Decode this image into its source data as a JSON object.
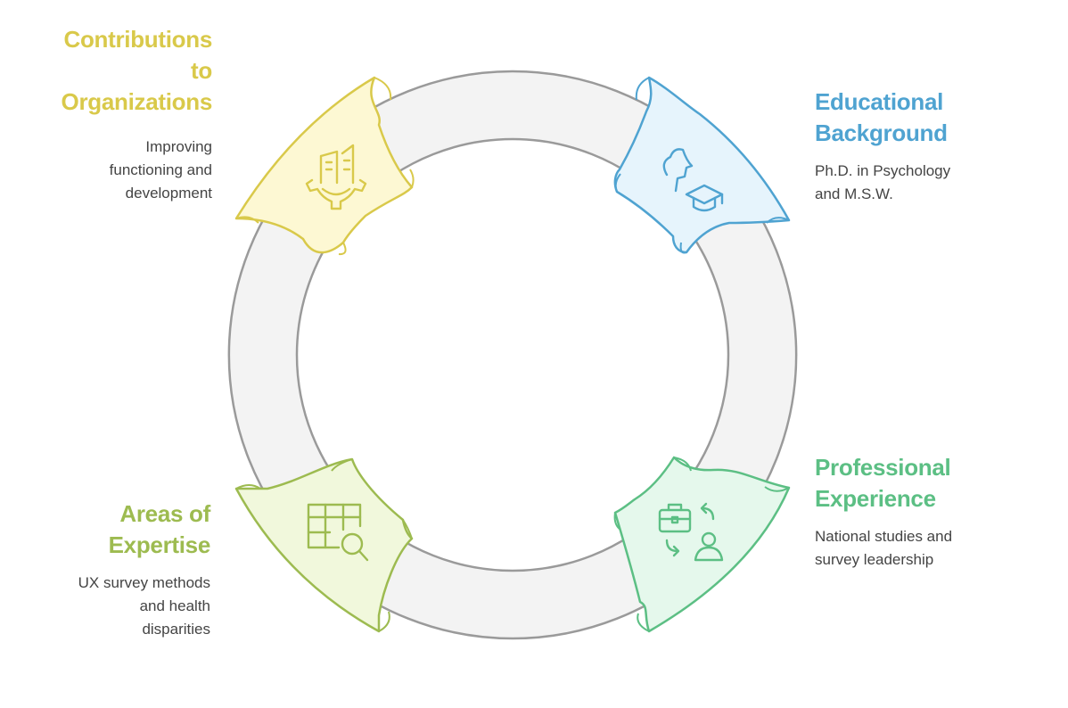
{
  "colors": {
    "ring_fill": "#f3f3f3",
    "ring_stroke": "#9a9a9a",
    "contrib": "#d9c94a",
    "contrib_fill": "#fdf8d3",
    "edu": "#4fa3d1",
    "edu_fill": "#e6f4fc",
    "pro": "#5cbf84",
    "pro_fill": "#e5f8ec",
    "areas": "#9dbb50",
    "areas_fill": "#f1f8dc"
  },
  "segments": {
    "contrib": {
      "title": "Contributions to Organizations",
      "title_lines": [
        "Contributions",
        "to",
        "Organizations"
      ],
      "desc_lines": [
        "Improving",
        "functioning and",
        "development"
      ],
      "icon": "building-gear-icon"
    },
    "edu": {
      "title": "Educational Background",
      "title_lines": [
        "Educational",
        "Background"
      ],
      "desc_lines": [
        "Ph.D. in Psychology",
        "and M.S.W."
      ],
      "icon": "head-graduation-cap-icon"
    },
    "pro": {
      "title": "Professional Experience",
      "title_lines": [
        "Professional",
        "Experience"
      ],
      "desc_lines": [
        "National studies and",
        "survey leadership"
      ],
      "icon": "briefcase-person-icon"
    },
    "areas": {
      "title": "Areas of Expertise",
      "title_lines": [
        "Areas of",
        "Expertise"
      ],
      "desc_lines": [
        "UX survey methods",
        "and health",
        "disparities"
      ],
      "icon": "table-magnifier-icon"
    }
  }
}
